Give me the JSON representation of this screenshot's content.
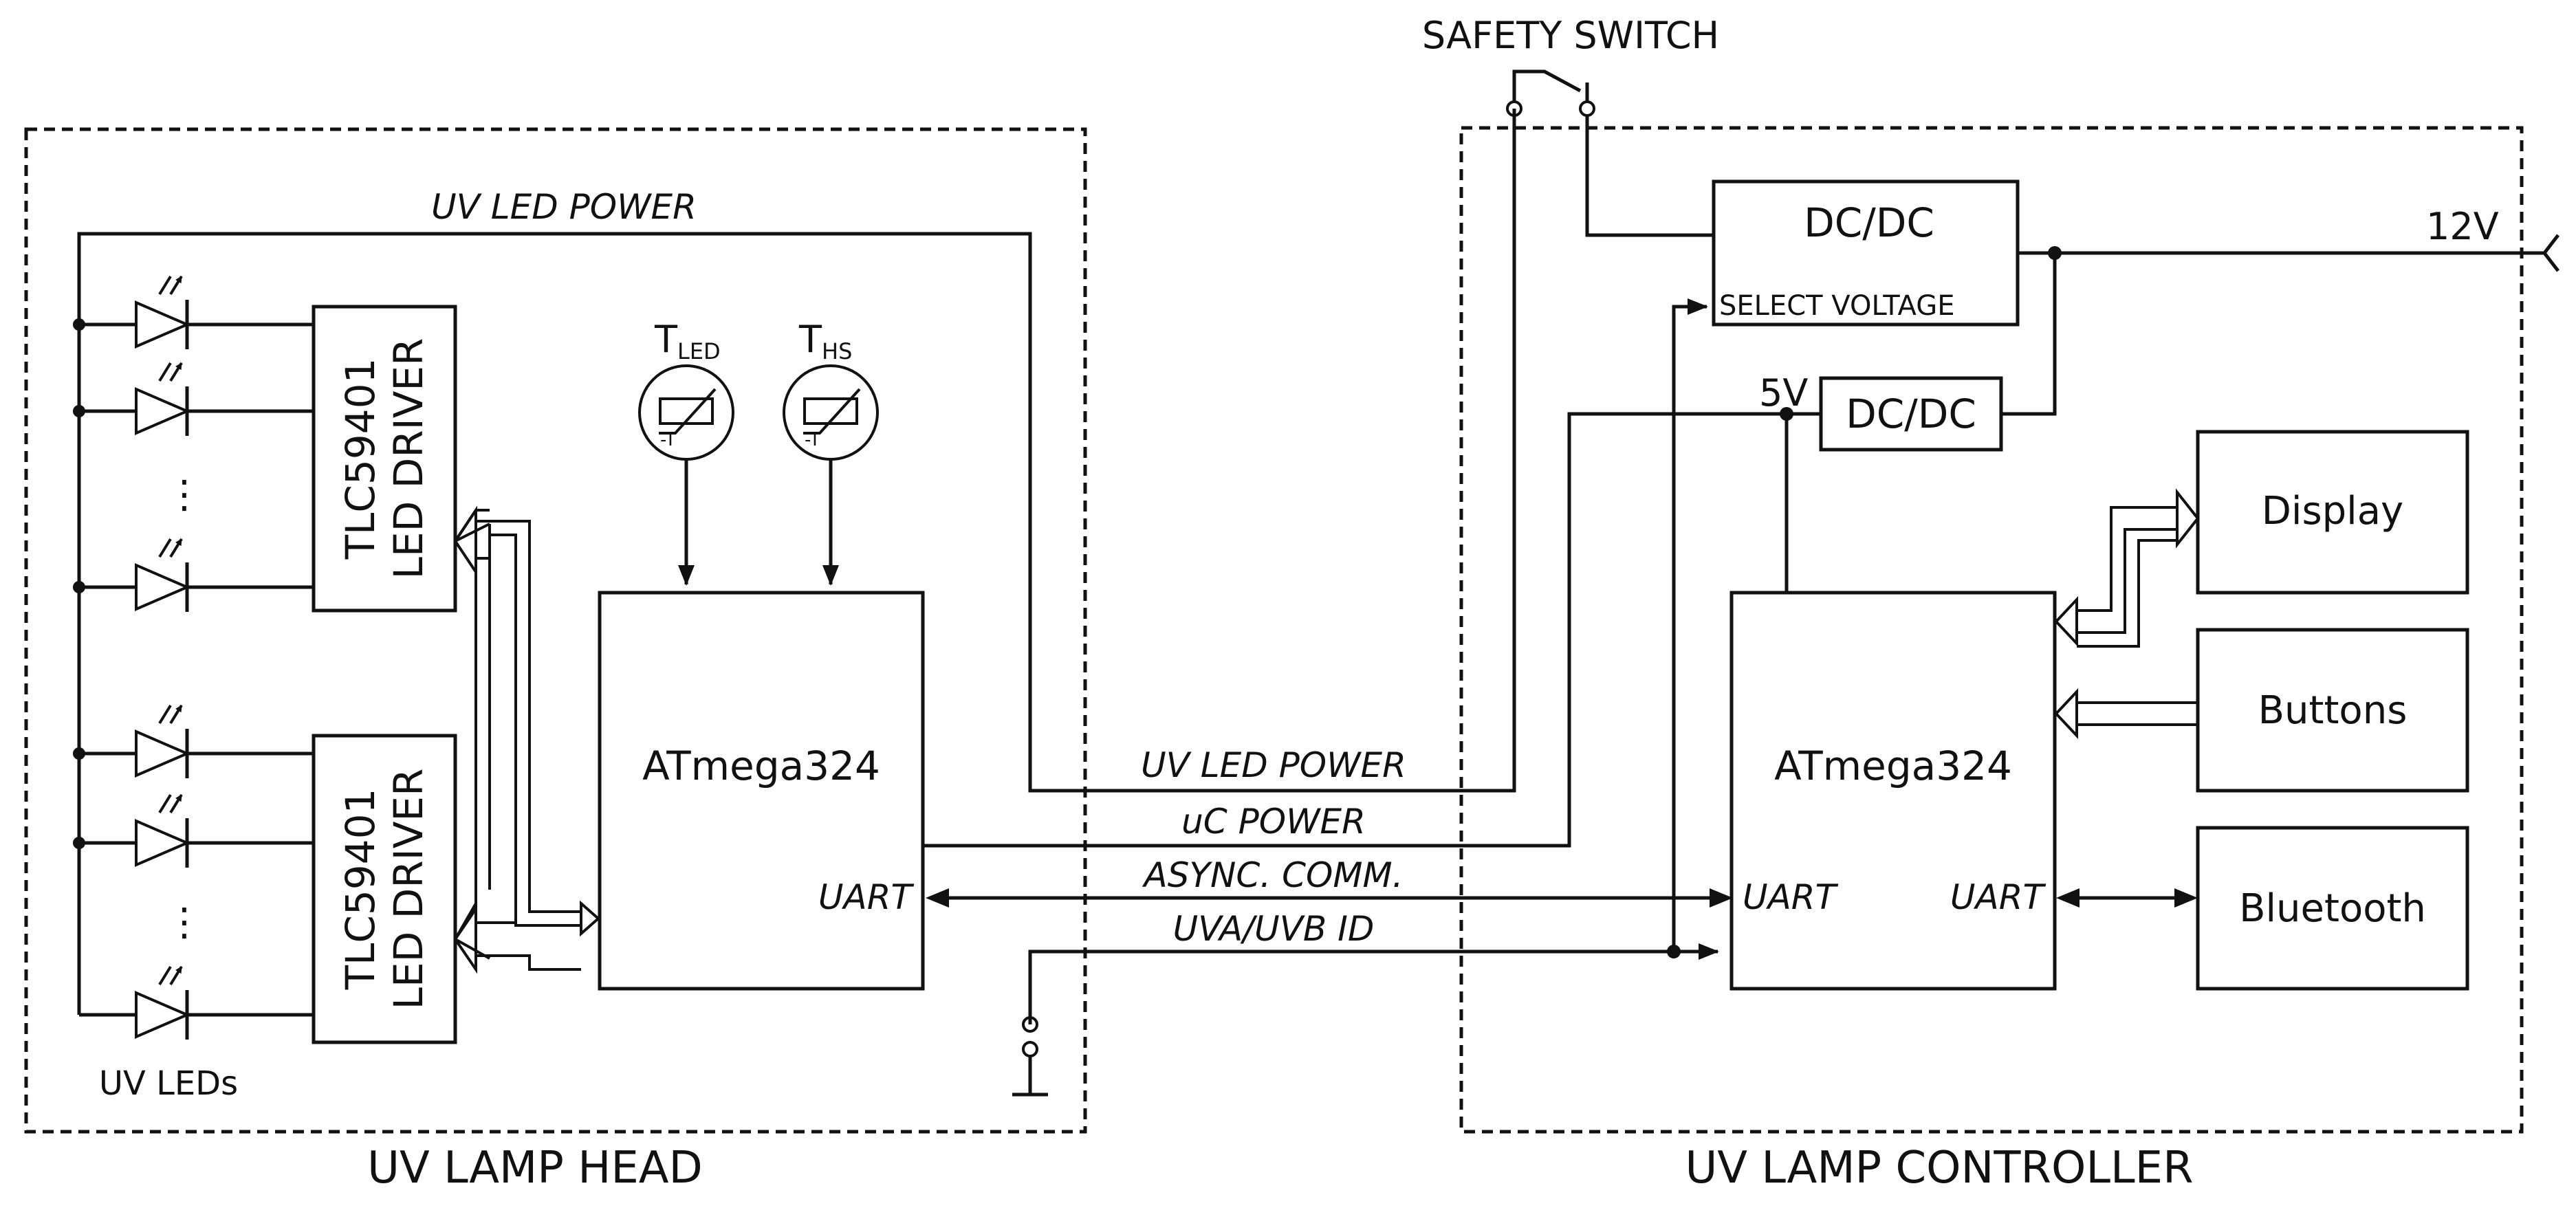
{
  "head": {
    "group_title": "UV LAMP HEAD",
    "uv_led_power": "UV LED POWER",
    "led_driver_1": {
      "line1": "TLC59401",
      "line2": "LED DRIVER"
    },
    "led_driver_2": {
      "line1": "TLC59401",
      "line2": "LED DRIVER"
    },
    "ellipsis": "⋮",
    "uv_leds_label": "UV LEDs",
    "t_led": {
      "main": "T",
      "sub": "LED",
      "minus_t": "-T"
    },
    "t_hs": {
      "main": "T",
      "sub": "HS",
      "minus_t": "-T"
    },
    "mcu": "ATmega324",
    "uart": "UART"
  },
  "controller": {
    "group_title": "UV LAMP CONTROLLER",
    "dcdc_top": "DC/DC",
    "select_voltage": "SELECT VOLTAGE",
    "dcdc_5v": "DC/DC",
    "v5": "5V",
    "v12": "12V",
    "mcu": "ATmega324",
    "uart_left": "UART",
    "uart_right": "UART",
    "display": "Display",
    "buttons": "Buttons",
    "bluetooth": "Bluetooth"
  },
  "links": {
    "uv_led_power": "UV LED POWER",
    "uc_power": "uC POWER",
    "async_comm": "ASYNC. COMM.",
    "uva_uvb_id": "UVA/UVB ID"
  },
  "safety_switch": "SAFETY SWITCH"
}
